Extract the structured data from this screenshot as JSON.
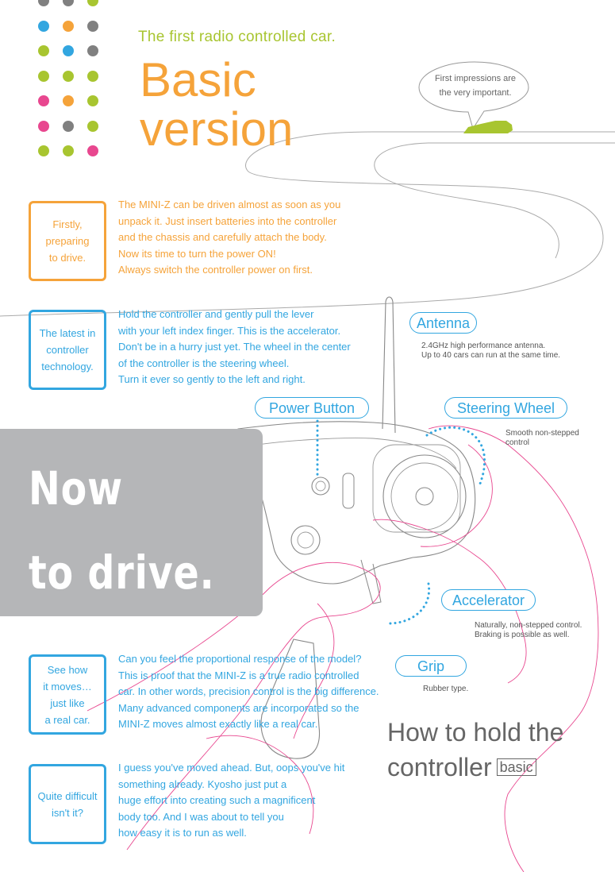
{
  "header": {
    "subtitle": "The first radio controlled car.",
    "title_line1": "Basic",
    "title_line2": "version",
    "bubble_line1": "First impressions are",
    "bubble_line2": "the very important."
  },
  "colors": {
    "orange": "#f5a33a",
    "blue": "#32a6e0",
    "green": "#a8c530",
    "pink": "#e8478f",
    "gray": "#808080",
    "panel_gray": "#b5b6b8"
  },
  "dot_grid": [
    [
      "gray",
      "gray",
      "green"
    ],
    [
      "blue",
      "orange",
      "gray"
    ],
    [
      "green",
      "blue",
      "gray"
    ],
    [
      "green",
      "green",
      "green"
    ],
    [
      "pink",
      "orange",
      "green"
    ],
    [
      "pink",
      "gray",
      "green"
    ],
    [
      "green",
      "green",
      "pink"
    ]
  ],
  "sections": [
    {
      "label": [
        "Firstly,",
        "preparing",
        "to drive."
      ],
      "text": [
        "The MINI-Z can be driven almost as soon as you",
        "unpack it. Just insert batteries into the controller",
        "and the chassis and carefully attach the body.",
        "Now its time to turn the power ON!",
        "Always switch the controller power on first."
      ]
    },
    {
      "label": [
        "The latest in",
        "controller",
        "technology."
      ],
      "text": [
        "Hold the controller and gently pull the lever",
        "with your left index finger. This is the accelerator.",
        "Don't be in a hurry just yet. The wheel in the center",
        "of the controller is the steering wheel.",
        "Turn it ever so gently to the left and right."
      ]
    },
    {
      "label": [
        "See how",
        "it moves…",
        "just like",
        "a real car."
      ],
      "text": [
        "Can you feel the proportional response of the model?",
        "This is proof that the MINI-Z is a true radio controlled",
        "car. In other words, precision control is the big difference.",
        "Many advanced components are incorporated so the",
        "MINI-Z moves almost exactly like a real car."
      ]
    },
    {
      "label": [
        "Quite difficult",
        "isn't it?"
      ],
      "text": [
        "I guess you've moved ahead. But, oops you've hit",
        "something already. Kyosho just put a",
        "huge effort into creating such a magnificent",
        "body too. And I was about to tell you",
        "how easy it is to run as well."
      ]
    }
  ],
  "panel": {
    "line1": "Now",
    "line2": "to drive."
  },
  "callouts": {
    "antenna": {
      "label": "Antenna",
      "note1": "2.4GHz high performance antenna.",
      "note2": "Up to 40 cars can run at the same time."
    },
    "power_button": {
      "label": "Power Button"
    },
    "steering_wheel": {
      "label": "Steering Wheel",
      "note1": "Smooth non-stepped",
      "note2": "control"
    },
    "accelerator": {
      "label": "Accelerator",
      "note1": "Naturally, non-stepped control.",
      "note2": "Braking is possible as well."
    },
    "grip": {
      "label": "Grip",
      "note1": "Rubber type."
    }
  },
  "howto": {
    "line1": "How to hold the",
    "line2": "controller",
    "badge": "basic"
  }
}
